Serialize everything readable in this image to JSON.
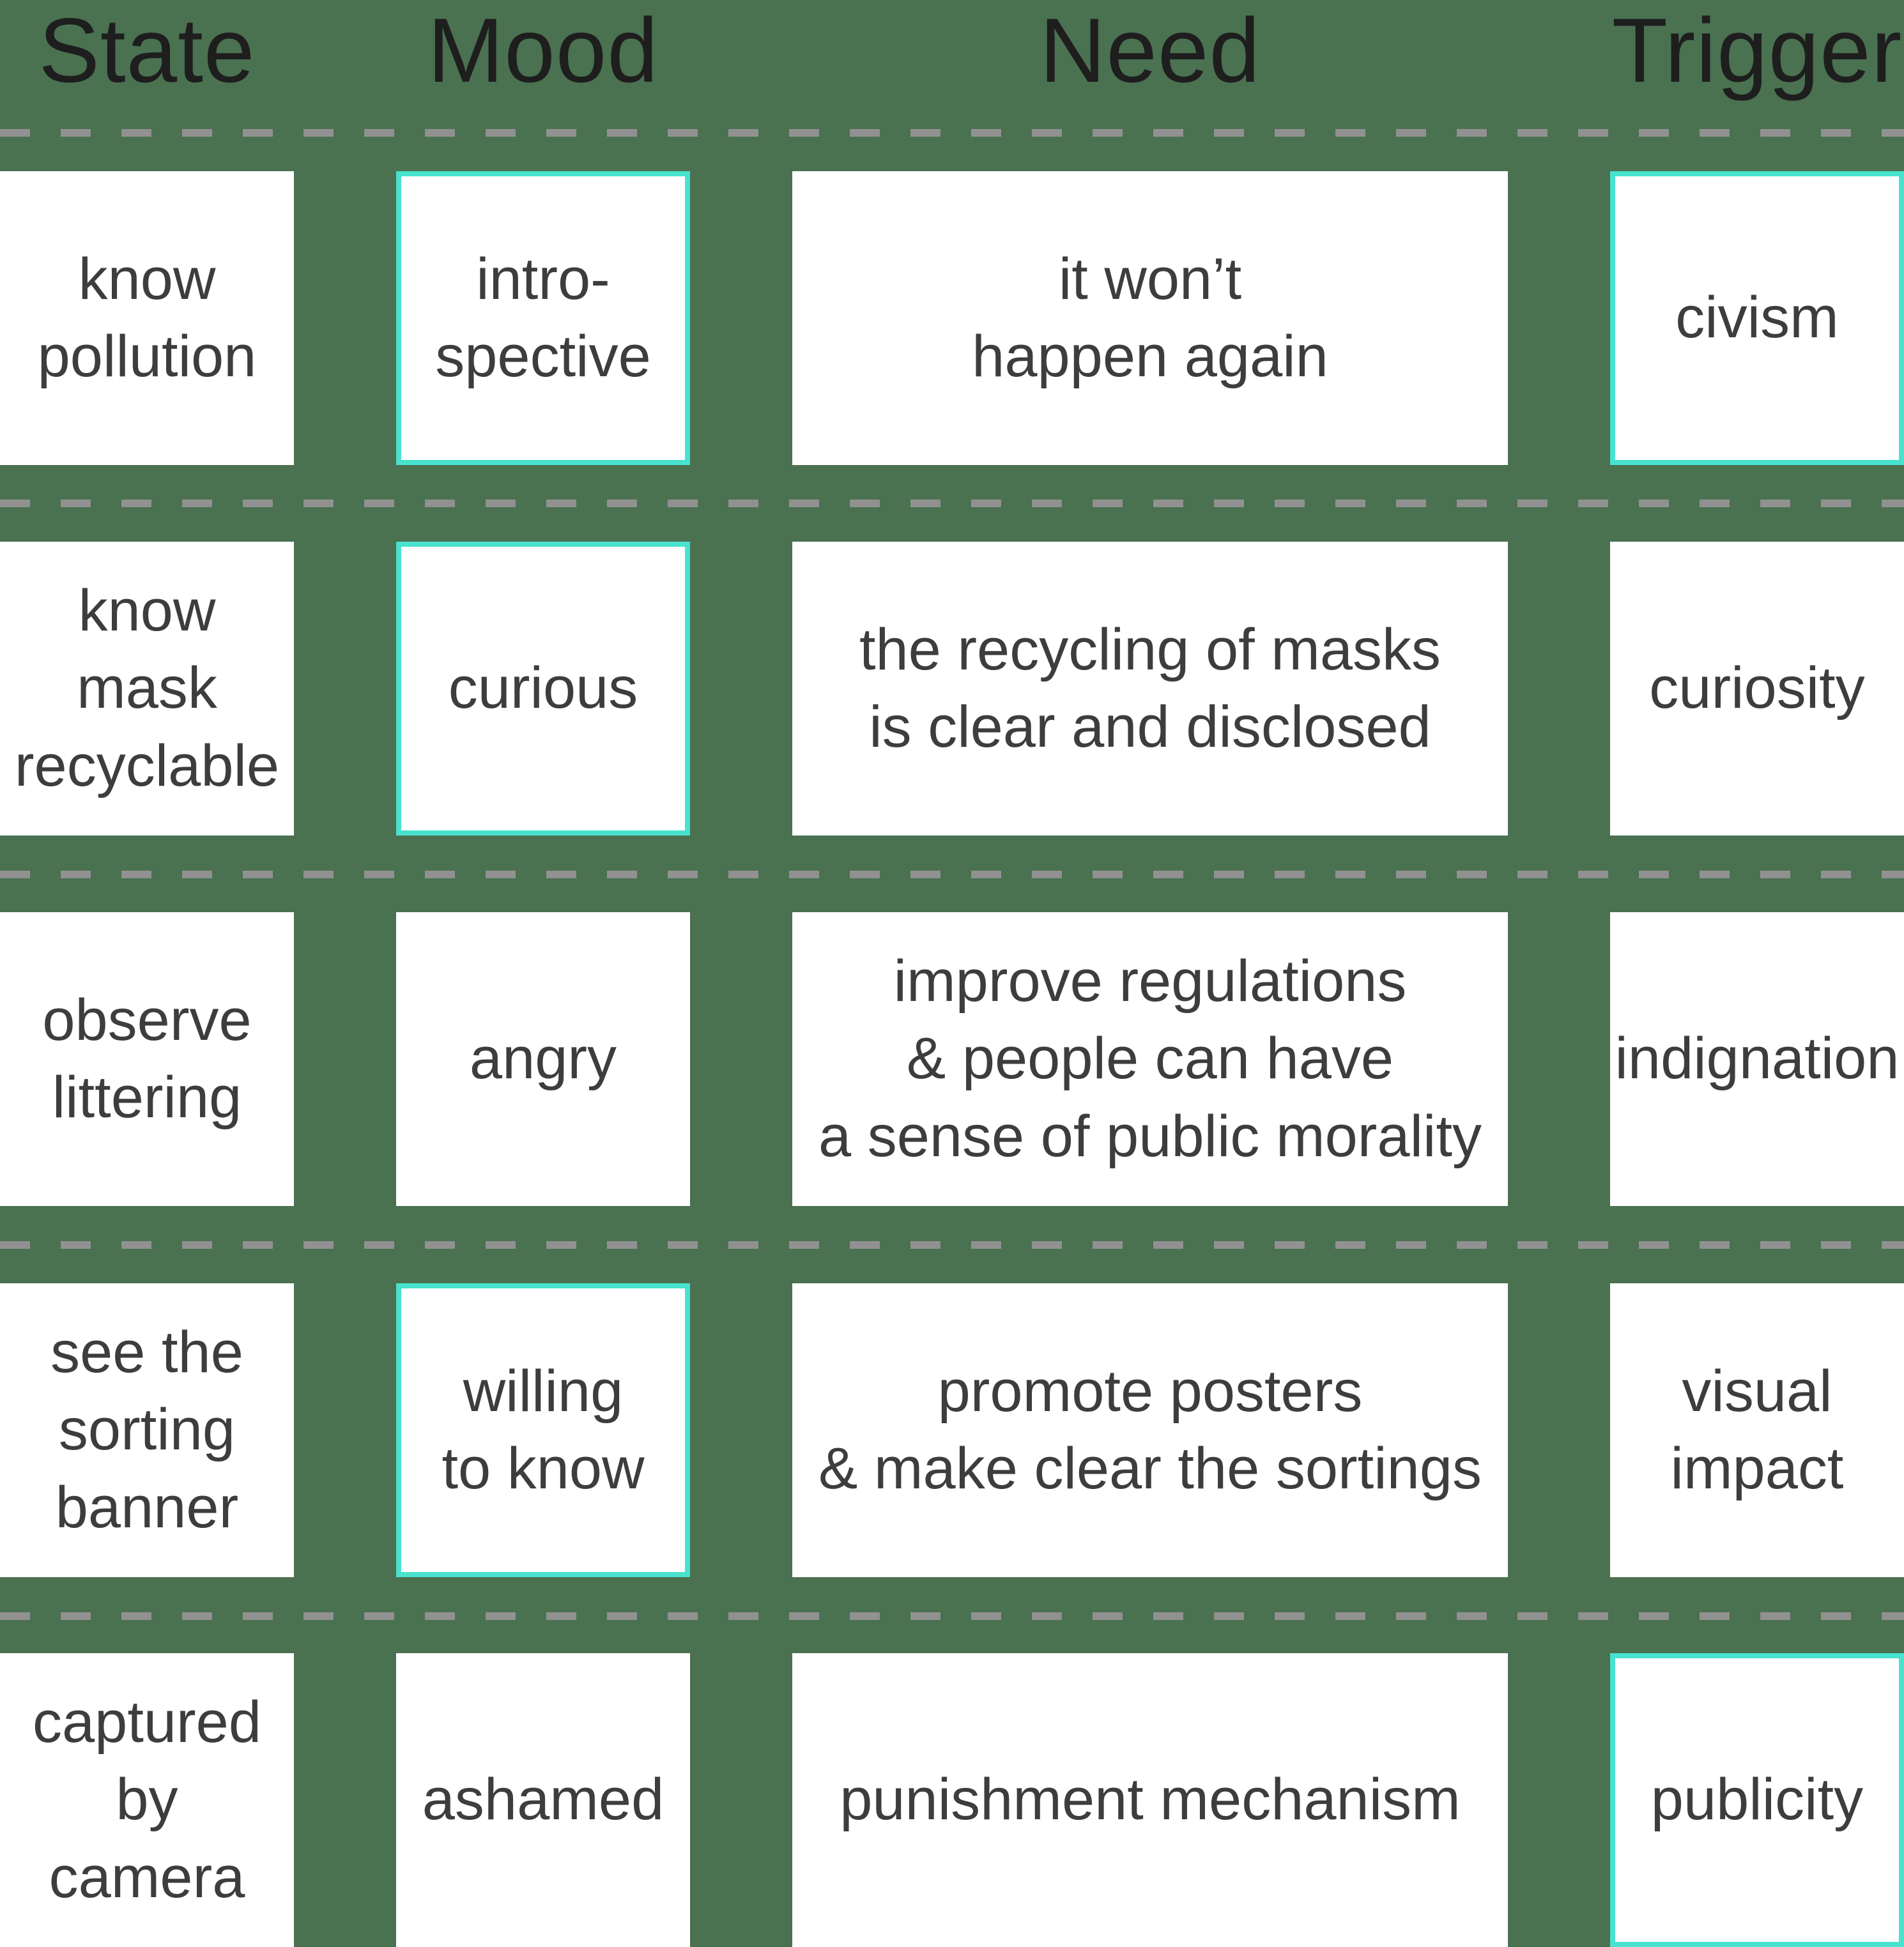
{
  "colors": {
    "background": "#4A7150",
    "card_background": "#FFFFFF",
    "highlight_border": "#48E2CF",
    "dashed_separator": "#919191",
    "header_text": "#1E1E1E",
    "card_text": "#3D3D3D"
  },
  "columns": {
    "state": {
      "label": "State"
    },
    "mood": {
      "label": "Mood"
    },
    "need": {
      "label": "Need"
    },
    "trigger": {
      "label": "Trigger"
    }
  },
  "rows": [
    {
      "state": {
        "text": "know\npollution",
        "highlighted": false
      },
      "mood": {
        "text": "intro-\nspective",
        "highlighted": true
      },
      "need": {
        "text": "it won’t\nhappen again",
        "highlighted": false
      },
      "trigger": {
        "text": "civism",
        "highlighted": true
      }
    },
    {
      "state": {
        "text": "know\nmask\nrecyclable",
        "highlighted": false
      },
      "mood": {
        "text": "curious",
        "highlighted": true
      },
      "need": {
        "text": "the recycling of masks\nis clear and disclosed",
        "highlighted": false
      },
      "trigger": {
        "text": "curiosity",
        "highlighted": false
      }
    },
    {
      "state": {
        "text": "observe\nlittering",
        "highlighted": false
      },
      "mood": {
        "text": "angry",
        "highlighted": false
      },
      "need": {
        "text": "improve regulations\n& people can have\na sense of public morality",
        "highlighted": false
      },
      "trigger": {
        "text": "indignation",
        "highlighted": false
      }
    },
    {
      "state": {
        "text": "see the\nsorting\nbanner",
        "highlighted": false
      },
      "mood": {
        "text": "willing\nto know",
        "highlighted": true
      },
      "need": {
        "text": "promote posters\n& make clear the sortings",
        "highlighted": false
      },
      "trigger": {
        "text": "visual\nimpact",
        "highlighted": false
      }
    },
    {
      "state": {
        "text": "captured\nby\ncamera",
        "highlighted": false
      },
      "mood": {
        "text": "ashamed",
        "highlighted": false
      },
      "need": {
        "text": "punishment mechanism",
        "highlighted": false
      },
      "trigger": {
        "text": "publicity",
        "highlighted": true
      }
    }
  ]
}
